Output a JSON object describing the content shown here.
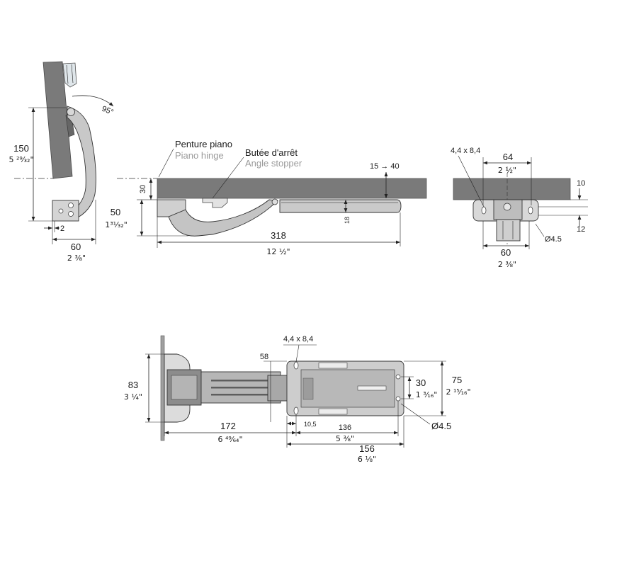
{
  "side_open": {
    "angle": "95°",
    "height_mm": "150",
    "height_in": "5 ²⁹⁄₃₂\"",
    "offset_mm": "2",
    "depth_mm": "60",
    "depth_in": "2 ³⁄₈\""
  },
  "side_closed": {
    "piano_hinge_fr": "Penture piano",
    "piano_hinge_en": "Piano hinge",
    "stopper_fr": "Butée d'arrêt",
    "stopper_en": "Angle stopper",
    "thickness_range": "15 → 40",
    "thickness_mm": "30",
    "height_mm": "50",
    "height_in": "1³¹⁄₃₂\"",
    "cylinder_mm": "18",
    "length_mm": "318",
    "length_in": "12 ½\""
  },
  "front": {
    "slot": "4,4 x 8,4",
    "width_mm": "64",
    "width_in": "2 ½\"",
    "top_mm": "10",
    "bottom_mm": "12",
    "hole": "Ø4.5",
    "base_mm": "60",
    "base_in": "2 ³⁄₈\""
  },
  "top": {
    "slot": "4,4 x 8,4",
    "offset_mm": "58",
    "width_mm": "83",
    "width_in": "3 ¼\"",
    "hole_spacing_mm": "30",
    "hole_spacing_in": "1 ³⁄₁₆\"",
    "plate_width_mm": "75",
    "plate_width_in": "2 ¹⁵⁄₁₆\"",
    "hole": "Ø4.5",
    "edge_mm": "10,5",
    "plate_length_mm": "136",
    "plate_length_in": "5 ⅜\"",
    "arm_length_mm": "172",
    "arm_length_in": "6 ⁴⁹⁄₆₄\"",
    "total_mm": "156",
    "total_in": "6 ⅛\""
  },
  "colors": {
    "panel": "#7a7a7a",
    "part": "#c8c8c8",
    "secondary_label": "#9a9a9a"
  }
}
